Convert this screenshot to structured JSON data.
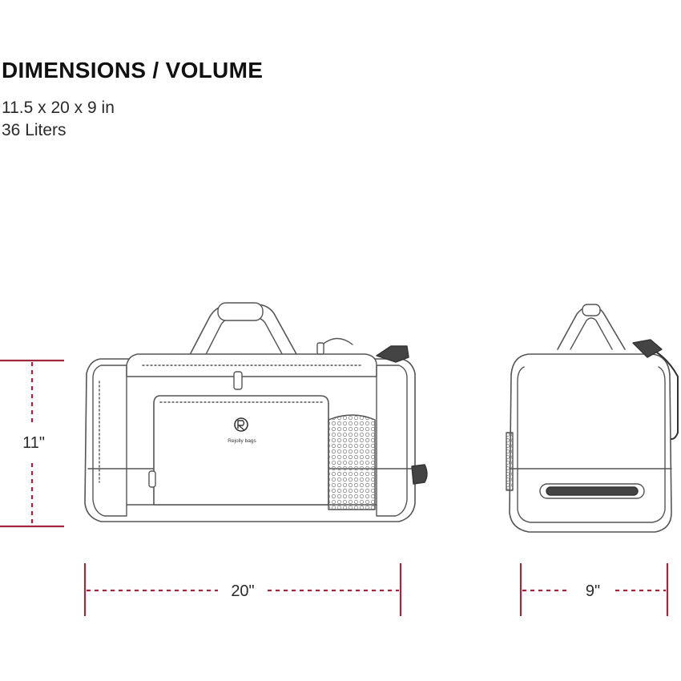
{
  "heading": "DIMENSIONS / VOLUME",
  "specs": [
    "11.5 x 20 x 9 in",
    "36 Liters"
  ],
  "dimensions": {
    "height_label": "11\"",
    "length_label": "20\"",
    "depth_label": "9\""
  },
  "brand": {
    "logo_text": "Rejolly bags"
  },
  "colors": {
    "dimension_line": "#a3263f",
    "outline": "#555555",
    "text": "#1c1c1c"
  }
}
